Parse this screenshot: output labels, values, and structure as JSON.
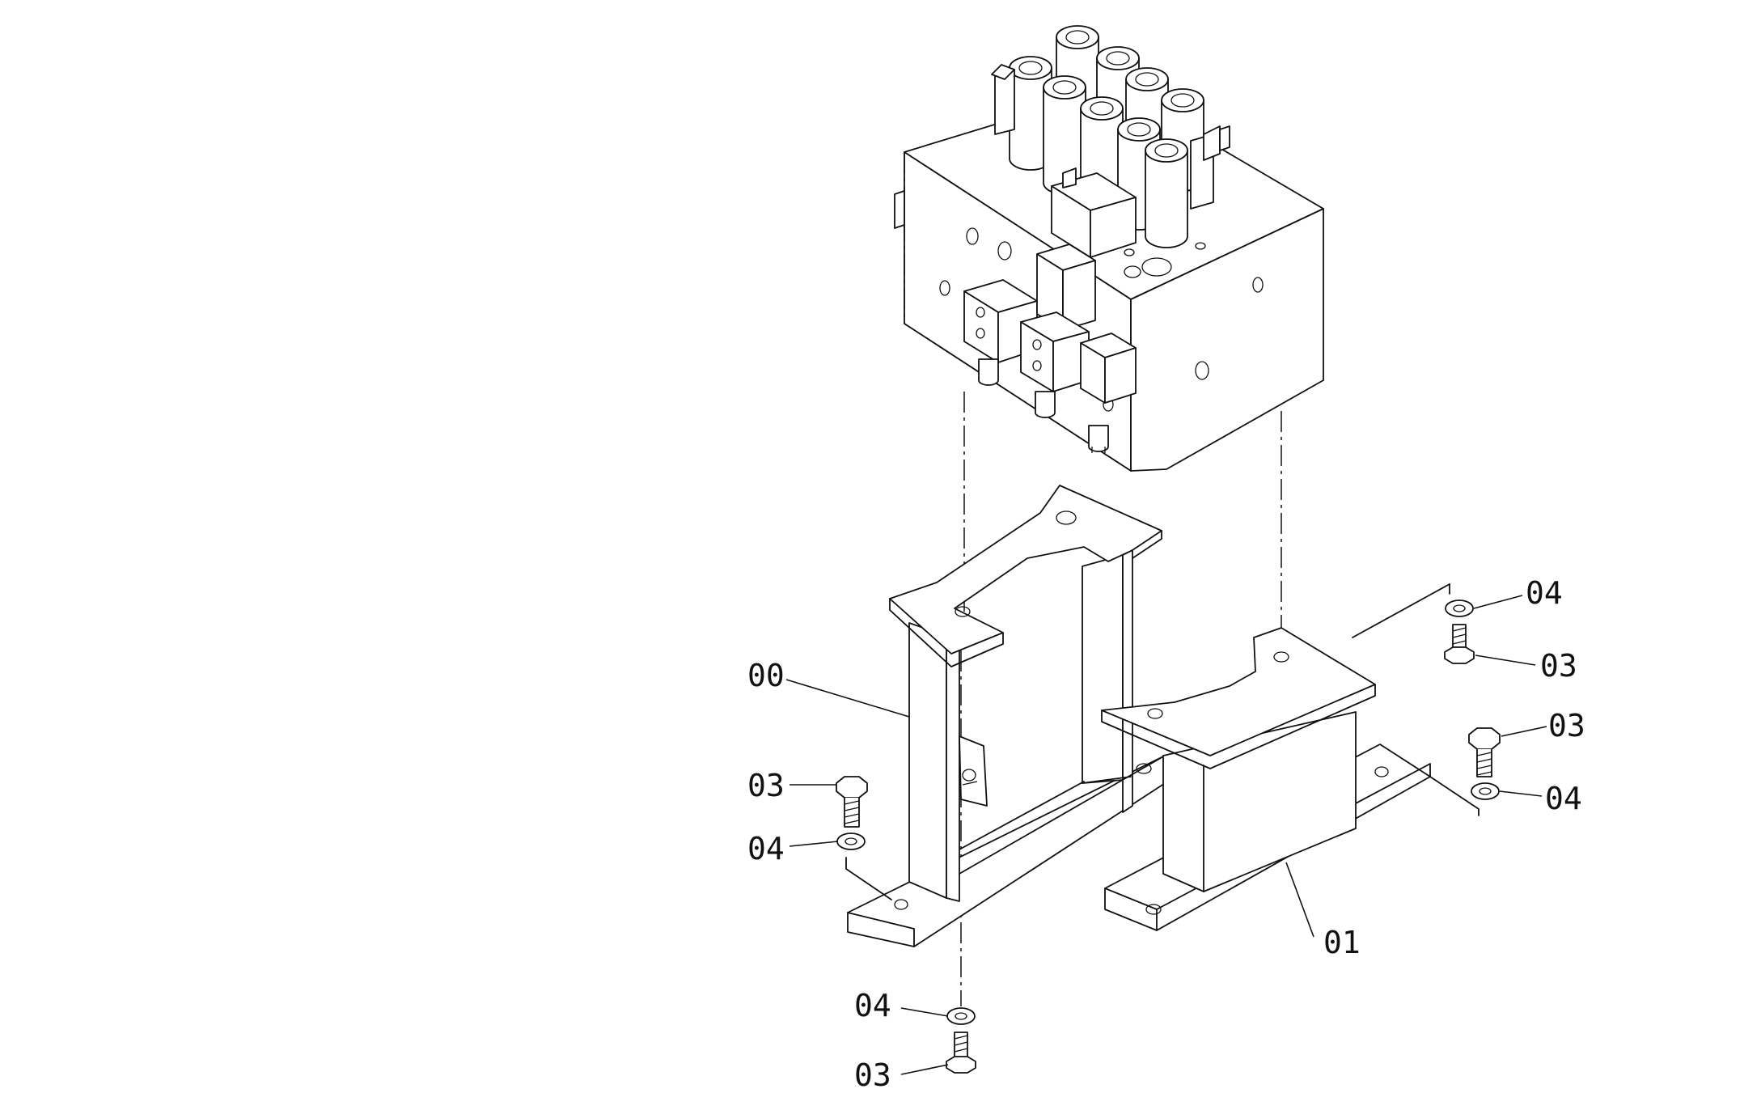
{
  "diagram": {
    "callouts": [
      {
        "id": "c-00",
        "text": "00"
      },
      {
        "id": "c-01",
        "text": "01"
      },
      {
        "id": "c-03-a",
        "text": "03"
      },
      {
        "id": "c-04-a",
        "text": "04"
      },
      {
        "id": "c-04-b",
        "text": "04"
      },
      {
        "id": "c-03-b",
        "text": "03"
      },
      {
        "id": "c-04-c",
        "text": "04"
      },
      {
        "id": "c-03-c",
        "text": "03"
      },
      {
        "id": "c-03-d",
        "text": "03"
      },
      {
        "id": "c-04-d",
        "text": "04"
      }
    ]
  }
}
